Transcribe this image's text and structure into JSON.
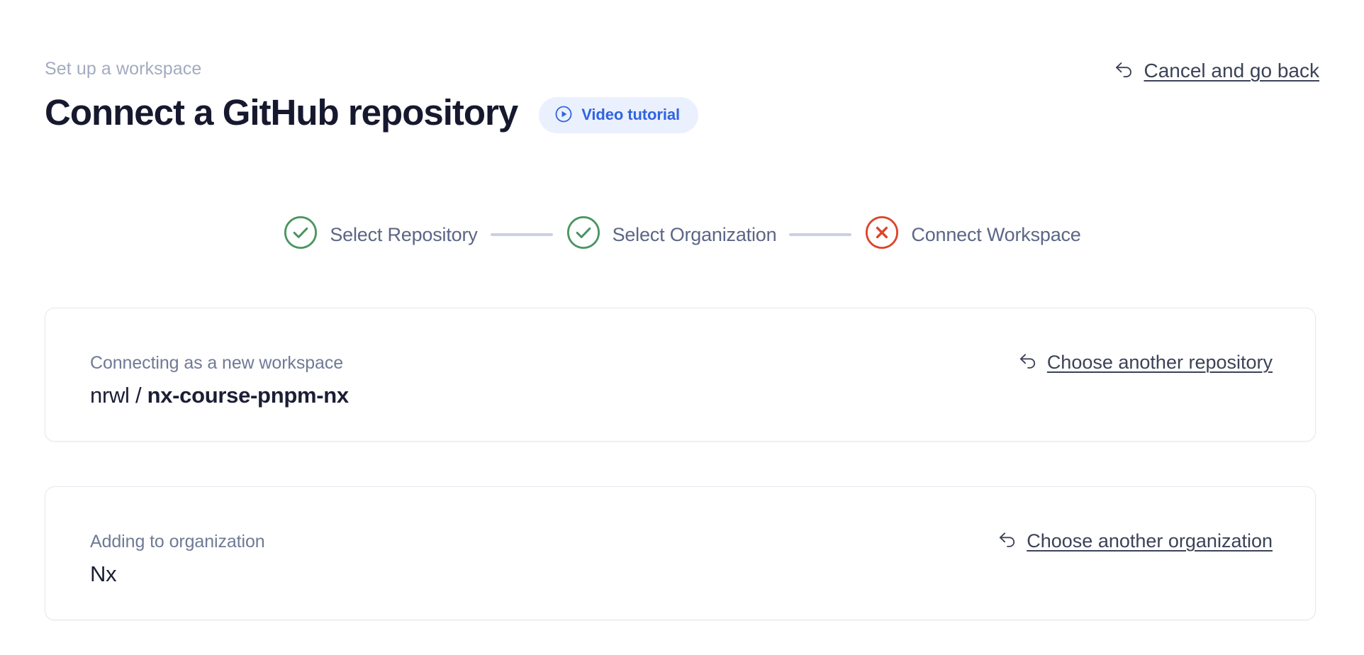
{
  "header": {
    "eyebrow": "Set up a workspace",
    "title": "Connect a GitHub repository",
    "video_badge_label": "Video tutorial",
    "video_badge_icon": "play-circle-icon",
    "cancel_label": "Cancel and go back",
    "cancel_icon": "back-arrow-icon"
  },
  "stepper": {
    "steps": [
      {
        "label": "Select Repository",
        "state": "complete",
        "icon": "check-circle-icon",
        "color": "#4a9560"
      },
      {
        "label": "Select Organization",
        "state": "complete",
        "icon": "check-circle-icon",
        "color": "#4a9560"
      },
      {
        "label": "Connect Workspace",
        "state": "error",
        "icon": "x-circle-icon",
        "color": "#dd4428"
      }
    ],
    "connector_color": "#c9d0e2",
    "label_color": "#5c6685"
  },
  "cards": [
    {
      "caption": "Connecting as a new workspace",
      "value_owner": "nrwl / ",
      "value_repo": "nx-course-pnpm-nx",
      "action_label": "Choose another repository",
      "action_icon": "back-arrow-icon"
    },
    {
      "caption": "Adding to organization",
      "value_org": "Nx",
      "action_label": "Choose another organization",
      "action_icon": "back-arrow-icon"
    }
  ],
  "colors": {
    "accent_blue": "#2f64df",
    "badge_bg": "#eaf0fe",
    "success_green": "#4a9560",
    "error_red": "#dd4428",
    "muted_text": "#a3abc0",
    "title_text": "#16192e",
    "card_border": "#e7e8f0"
  }
}
